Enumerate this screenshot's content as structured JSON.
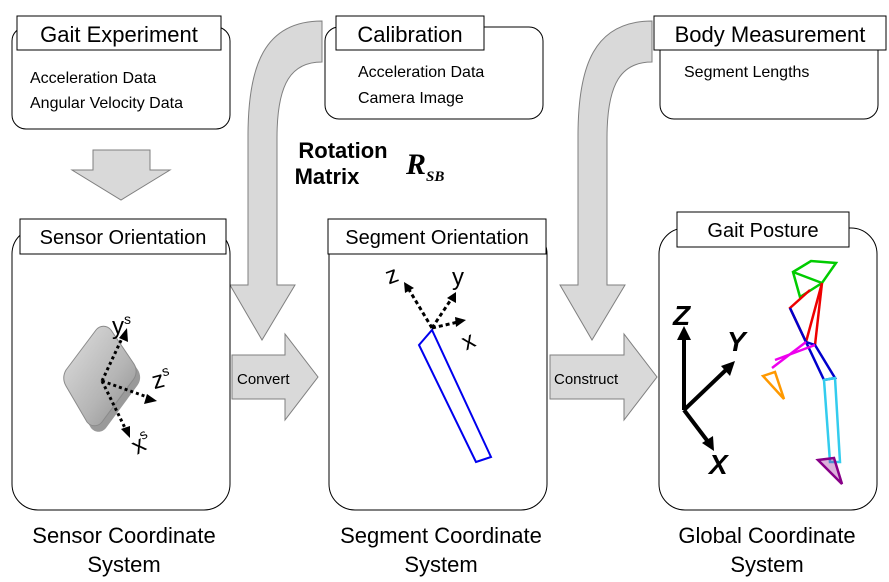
{
  "top_boxes": {
    "gait_experiment": {
      "title": "Gait Experiment",
      "items": [
        "Acceleration Data",
        "Angular Velocity Data"
      ]
    },
    "calibration": {
      "title": "Calibration",
      "items": [
        "Acceleration Data",
        "Camera Image"
      ]
    },
    "body_measurement": {
      "title": "Body Measurement",
      "items": [
        "Segment Lengths"
      ]
    }
  },
  "rotation": {
    "label_line1": "Rotation",
    "label_line2": "Matrix",
    "symbol": "R",
    "subscript": "SB"
  },
  "panels": {
    "sensor": {
      "title": "Sensor Orientation",
      "caption_line1": "Sensor Coordinate",
      "caption_line2": "System",
      "axes": {
        "y": "y",
        "z": "z",
        "x": "x",
        "superscript": "s"
      }
    },
    "segment": {
      "title": "Segment Orientation",
      "caption_line1": "Segment Coordinate",
      "caption_line2": "System",
      "axes": {
        "z": "z",
        "y": "y",
        "x": "x"
      }
    },
    "global": {
      "title": "Gait Posture",
      "caption_line1": "Global Coordinate",
      "caption_line2": "System",
      "axes": {
        "Z": "Z",
        "Y": "Y",
        "X": "X"
      }
    }
  },
  "arrows": {
    "convert": "Convert",
    "construct": "Construct"
  },
  "colors": {
    "segment_line": "#0000ee",
    "arrow_fill": "#d9d9d9",
    "arrow_stroke": "#7f7f7f",
    "skeleton_blue": "#0000cc",
    "skeleton_red": "#ee0000",
    "skeleton_green": "#00cc00",
    "skeleton_magenta": "#ee00ee",
    "skeleton_orange": "#ff9900",
    "skeleton_cyan": "#33ccee",
    "skeleton_purple": "#880088"
  }
}
